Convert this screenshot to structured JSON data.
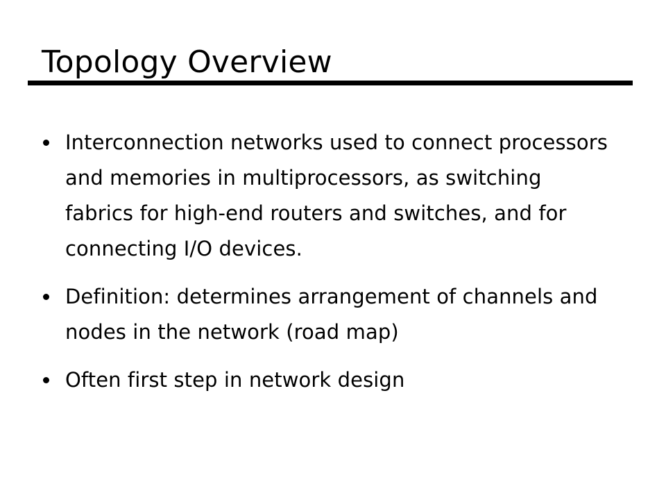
{
  "slide": {
    "title": "Topology Overview",
    "bullets": [
      "Interconnection networks used to connect processors and memories in multiprocessors, as switching fabrics for high-end routers and switches, and for connecting I/O devices.",
      "Definition: determines arrangement of channels and nodes in the network (road map)",
      "Often first step in network design"
    ]
  }
}
